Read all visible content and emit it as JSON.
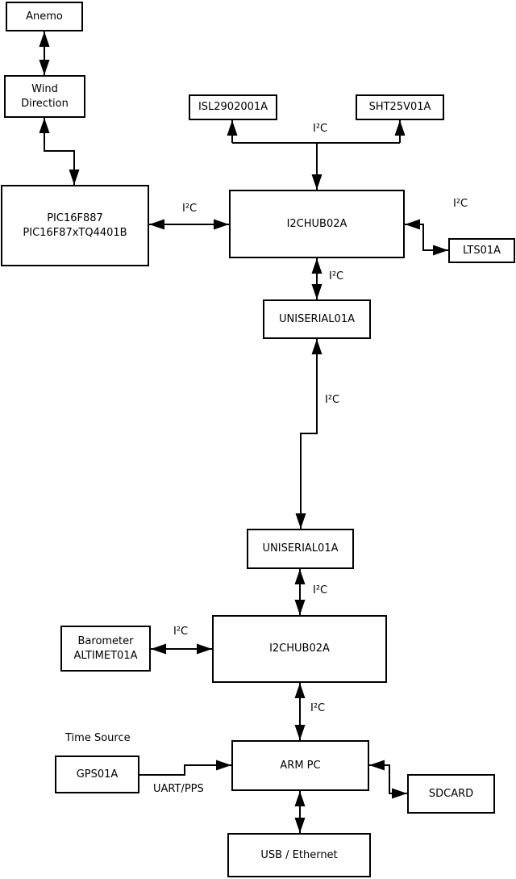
{
  "diagram": {
    "nodes": {
      "anemo": {
        "label": "Anemo"
      },
      "wind_direction": {
        "label": "Wind\nDirection"
      },
      "pic": {
        "label": "PIC16F887\nPIC16F87xTQ4401B"
      },
      "isl": {
        "label": "ISL2902001A"
      },
      "sht": {
        "label": "SHT25V01A"
      },
      "hub1": {
        "label": "I2CHUB02A"
      },
      "lts": {
        "label": "LTS01A"
      },
      "uniserial1": {
        "label": "UNISERIAL01A"
      },
      "uniserial2": {
        "label": "UNISERIAL01A"
      },
      "barometer": {
        "label": "Barometer\nALTIMET01A"
      },
      "hub2": {
        "label": "I2CHUB02A"
      },
      "gps": {
        "label": "GPS01A"
      },
      "arm_pc": {
        "label": "ARM PC"
      },
      "sdcard": {
        "label": "SDCARD"
      },
      "usb_ethernet": {
        "label": "USB / Ethernet"
      }
    },
    "labels": {
      "i2c": "I²C",
      "uart_pps": "UART/PPS",
      "time_source": "Time Source"
    },
    "colors": {
      "line": "#000000",
      "box_fill": "#ffffff",
      "background": "#ffffff"
    }
  }
}
